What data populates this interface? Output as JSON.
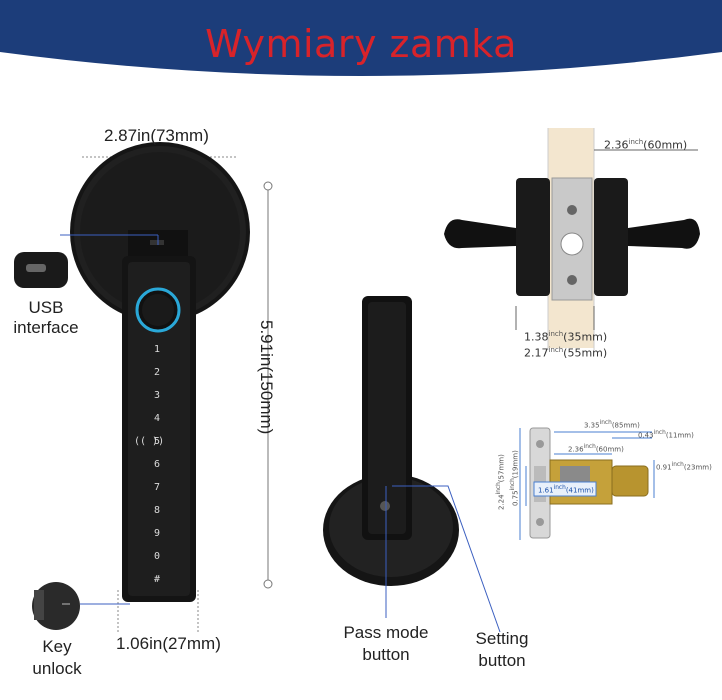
{
  "title": "Wymiary zamka",
  "colors": {
    "banner": "#1c3d7a",
    "title": "#d8232a",
    "lock_body": "#1a1a1a",
    "fingerprint_ring": "#2aa8d8"
  },
  "main_lock": {
    "width_label": "2.87in(73mm)",
    "height_label": "5.91in(150mm)",
    "handle_width_label": "1.06in(27mm)",
    "usb_label_line1": "USB",
    "usb_label_line2": "interface",
    "key_label_line1": "Key",
    "key_label_line2": "unlock",
    "keypad_keys": [
      "1",
      "2",
      "3",
      "4",
      "5",
      "6",
      "7",
      "8",
      "9",
      "0",
      "#"
    ],
    "nfc_symbol": "((  ))"
  },
  "back_view": {
    "pass_mode_line1": "Pass mode",
    "pass_mode_line2": "button",
    "setting_line1": "Setting",
    "setting_line2": "button"
  },
  "door_view": {
    "top_dim_value": "2.36",
    "top_dim_unit": "inch",
    "top_dim_mm": "(60mm)",
    "dim1_value": "1.38",
    "dim1_unit": "inch",
    "dim1_mm": "(35mm)",
    "dim2_value": "2.17",
    "dim2_unit": "inch",
    "dim2_mm": "(55mm)"
  },
  "latch_view": {
    "d_total_value": "3.35",
    "d_total_mm": "(85mm)",
    "d_backset_value": "2.36",
    "d_backset_mm": "(60mm)",
    "d_tail_value": "0.43",
    "d_tail_mm": "(11mm)",
    "d_plate_h_value": "2.24",
    "d_plate_h_mm": "(57mm)",
    "d_face_h_value": "0.75",
    "d_face_h_mm": "(19mm)",
    "d_case_h_value": "0.91",
    "d_case_h_mm": "(23mm)",
    "d_hole_value": "1.61",
    "d_hole_mm": "(41mm)",
    "unit_mark": "inch"
  }
}
